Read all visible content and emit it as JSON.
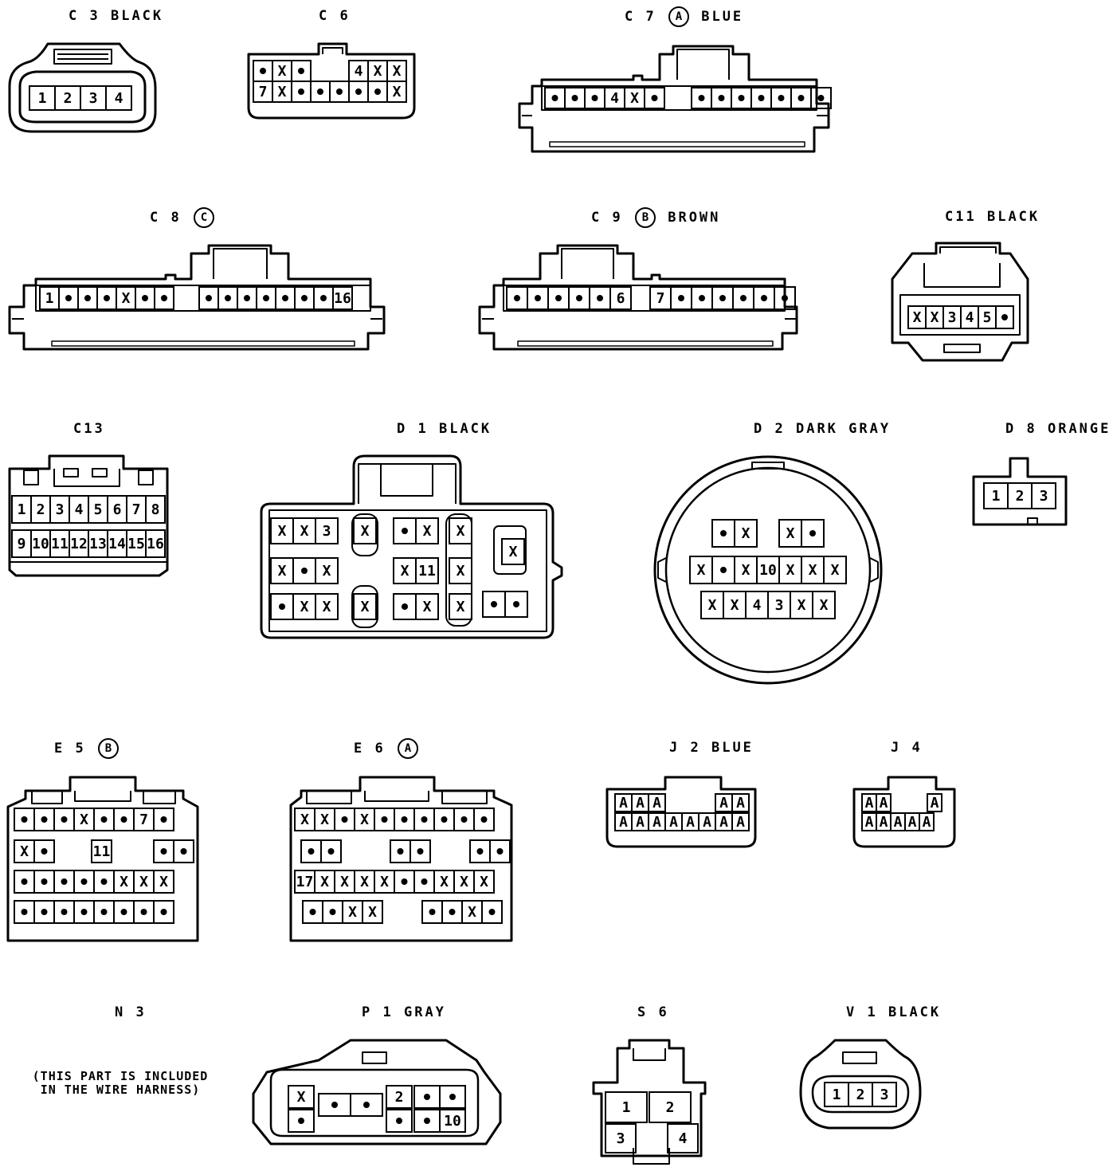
{
  "connectors": [
    {
      "id": "C3",
      "label": "C 3",
      "letter": "",
      "color": "BLACK",
      "rows": [
        [
          "1",
          "2",
          "3",
          "4"
        ]
      ]
    },
    {
      "id": "C6",
      "label": "C 6",
      "letter": "",
      "color": "",
      "rows": [
        [
          "•",
          "X",
          "•",
          "",
          "",
          "4",
          "X",
          "X"
        ],
        [
          "7",
          "X",
          "•",
          "•",
          "•",
          "•",
          "•",
          "X"
        ]
      ]
    },
    {
      "id": "C7",
      "label": "C 7",
      "letter": "A",
      "color": "BLUE",
      "rows": [
        [
          "•",
          "•",
          "•",
          "4",
          "X",
          "•",
          "•",
          "•",
          "•",
          "•",
          "•",
          "•",
          "•"
        ]
      ]
    },
    {
      "id": "C8",
      "label": "C 8",
      "letter": "C",
      "color": "",
      "rows": [
        [
          "1",
          "•",
          "•",
          "•",
          "X",
          "•",
          "•",
          "•",
          "•",
          "•",
          "•",
          "•",
          "•",
          "•",
          "16"
        ]
      ]
    },
    {
      "id": "C9",
      "label": "C 9",
      "letter": "B",
      "color": "BROWN",
      "rows": [
        [
          "•",
          "•",
          "•",
          "•",
          "•",
          "6",
          "7",
          "•",
          "•",
          "•",
          "•",
          "•",
          "•"
        ]
      ]
    },
    {
      "id": "C11",
      "label": "C11",
      "letter": "",
      "color": "BLACK",
      "rows": [
        [
          "X",
          "X",
          "3",
          "4",
          "5",
          "•"
        ]
      ]
    },
    {
      "id": "C13",
      "label": "C13",
      "letter": "",
      "color": "",
      "rows": [
        [
          "1",
          "2",
          "3",
          "4",
          "5",
          "6",
          "7",
          "8"
        ],
        [
          "9",
          "10",
          "11",
          "12",
          "13",
          "14",
          "15",
          "16"
        ]
      ]
    },
    {
      "id": "D1",
      "label": "D 1",
      "letter": "",
      "color": "BLACK",
      "rows": [
        [
          "X",
          "X",
          "3",
          "X",
          "•",
          "X",
          "X",
          "X"
        ],
        [
          "X",
          "•",
          "X",
          "X",
          "11",
          "X"
        ],
        [
          "•",
          "X",
          "X",
          "X",
          "•",
          "X",
          "X",
          "•",
          "•"
        ]
      ]
    },
    {
      "id": "D2",
      "label": "D 2",
      "letter": "",
      "color": "DARK GRAY",
      "rows": [
        [
          "•",
          "X",
          "X",
          "•"
        ],
        [
          "X",
          "•",
          "X",
          "10",
          "X",
          "X",
          "X"
        ],
        [
          "X",
          "X",
          "4",
          "3",
          "X",
          "X"
        ]
      ]
    },
    {
      "id": "D8",
      "label": "D 8",
      "letter": "",
      "color": "ORANGE",
      "rows": [
        [
          "1",
          "2",
          "3"
        ]
      ]
    },
    {
      "id": "E5",
      "label": "E 5",
      "letter": "B",
      "color": "",
      "rows": [
        [
          "•",
          "•",
          "•",
          "X",
          "•",
          "•",
          "7",
          "•"
        ],
        [
          "X",
          "•",
          "11",
          "•",
          "•"
        ],
        [
          "•",
          "•",
          "•",
          "•",
          "•",
          "X",
          "X",
          "X"
        ],
        [
          "•",
          "•",
          "•",
          "•",
          "•",
          "•",
          "•",
          "•"
        ]
      ]
    },
    {
      "id": "E6",
      "label": "E 6",
      "letter": "A",
      "color": "",
      "rows": [
        [
          "X",
          "X",
          "•",
          "X",
          "•",
          "•",
          "•",
          "•",
          "•",
          "•"
        ],
        [
          "•",
          "•",
          "•",
          "•",
          "•",
          "•"
        ],
        [
          "17",
          "X",
          "X",
          "X",
          "X",
          "•",
          "•",
          "X",
          "X",
          "X"
        ],
        [
          "•",
          "•",
          "X",
          "X",
          "•",
          "•",
          "X",
          "•"
        ]
      ]
    },
    {
      "id": "J2",
      "label": "J 2",
      "letter": "",
      "color": "BLUE",
      "rows": [
        [
          "A",
          "A",
          "A",
          "A",
          "A"
        ],
        [
          "A",
          "A",
          "A",
          "A",
          "A",
          "A",
          "A",
          "A"
        ]
      ]
    },
    {
      "id": "J4",
      "label": "J 4",
      "letter": "",
      "color": "",
      "rows": [
        [
          "A",
          "A",
          "A"
        ],
        [
          "A",
          "A",
          "A",
          "A",
          "A"
        ]
      ]
    },
    {
      "id": "N3",
      "label": "N 3",
      "letter": "",
      "color": "",
      "rows": []
    },
    {
      "id": "P1",
      "label": "P 1",
      "letter": "",
      "color": "GRAY",
      "rows": [
        [
          "X",
          "•",
          "•",
          "2",
          "•",
          "•"
        ],
        [
          "•",
          "•",
          "•",
          "10"
        ]
      ]
    },
    {
      "id": "S6",
      "label": "S 6",
      "letter": "",
      "color": "",
      "rows": [
        [
          "1",
          "2"
        ],
        [
          "3",
          "4"
        ]
      ]
    },
    {
      "id": "V1",
      "label": "V 1",
      "letter": "",
      "color": "BLACK",
      "rows": [
        [
          "1",
          "2",
          "3"
        ]
      ]
    }
  ],
  "note": {
    "line1": "(THIS PART IS INCLUDED",
    "line2": "IN THE WIRE HARNESS)"
  }
}
